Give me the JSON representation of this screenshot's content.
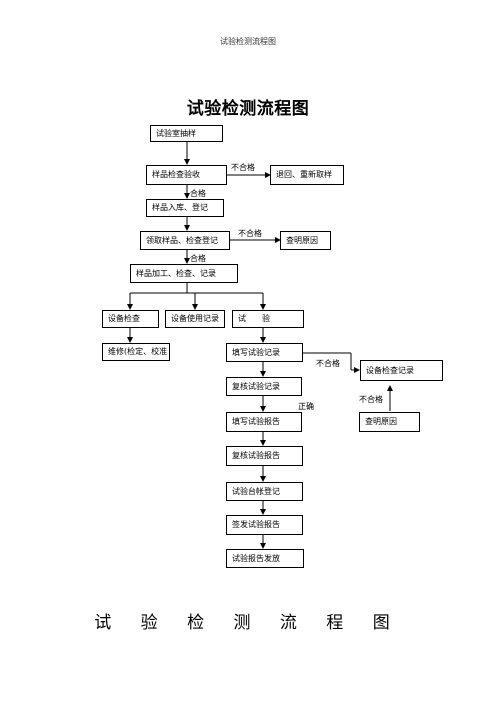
{
  "header": "试验检测流程图",
  "title": "试验检测流程图",
  "footer_title": "试 验 检 测 流 程 图",
  "nodes": {
    "sampling": "试验室抽样",
    "sample_inspection": "样品检查验收",
    "return_resample": "退回、重新取样",
    "storage_register": "样品入库、登记",
    "receive_check": "领取样品、检查登记",
    "find_cause_1": "查明原因",
    "processing": "样品加工、检查、记录",
    "equipment_check": "设备检查",
    "equipment_usage": "设备使用记录",
    "test": "试　　验",
    "maintenance": "维修(检定、校准",
    "fill_test_record": "填写试验记录",
    "review_test_record": "复核试验记录",
    "fill_test_report": "填写试验报告",
    "review_test_report": "复核试验报告",
    "ledger_register": "试验台帐登记",
    "sign_issue_report": "签发试验报告",
    "report_release": "试验报告发放",
    "equipment_check_record": "设备检查记录",
    "find_cause_2": "查明原因"
  },
  "edge_labels": {
    "unqualified_1": "不合格",
    "qualified_1": "合格",
    "unqualified_2": "不合格",
    "qualified_2": "合格",
    "unqualified_3": "不合格",
    "correct": "正确",
    "unqualified_4": "不合格"
  }
}
